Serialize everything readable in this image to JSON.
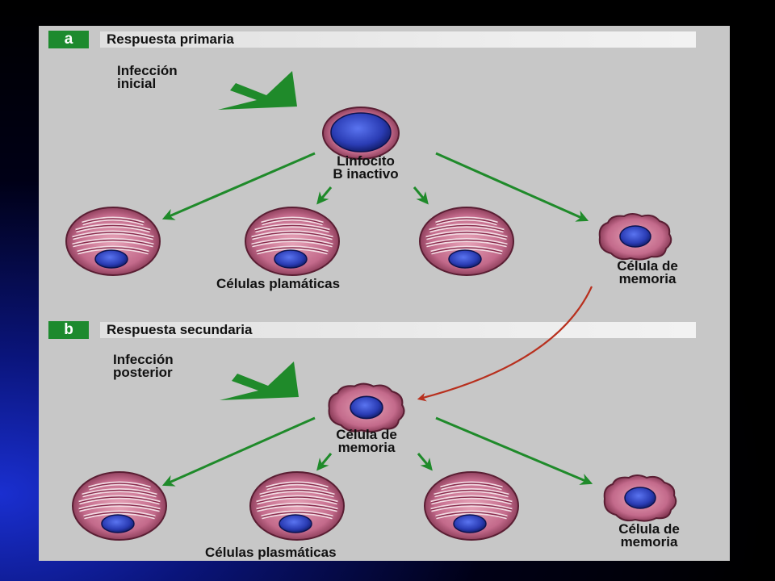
{
  "primary": {
    "badge": "a",
    "title": "Respuesta primaria",
    "infection_line1": "Infección",
    "infection_line2": "inicial",
    "source_line1": "Linfocito",
    "source_line2": "B inactivo",
    "plasma_label": "Células plamáticas",
    "memory_line1": "Célula de",
    "memory_line2": "memoria"
  },
  "secondary": {
    "badge": "b",
    "title": "Respuesta secundaria",
    "infection_line1": "Infección",
    "infection_line2": "posterior",
    "source_line1": "Célula de",
    "source_line2": "memoria",
    "plasma_label": "Células plasmáticas",
    "memory_line1": "Célula de",
    "memory_line2": "memoria"
  },
  "colors": {
    "panel": "#c7c7c7",
    "badge": "#1d8a2e",
    "arrow": "#1f8a2a",
    "link_arrow": "#b8301e",
    "nucleus": "#2b3fb8",
    "cell_body": "#c46b8a"
  }
}
